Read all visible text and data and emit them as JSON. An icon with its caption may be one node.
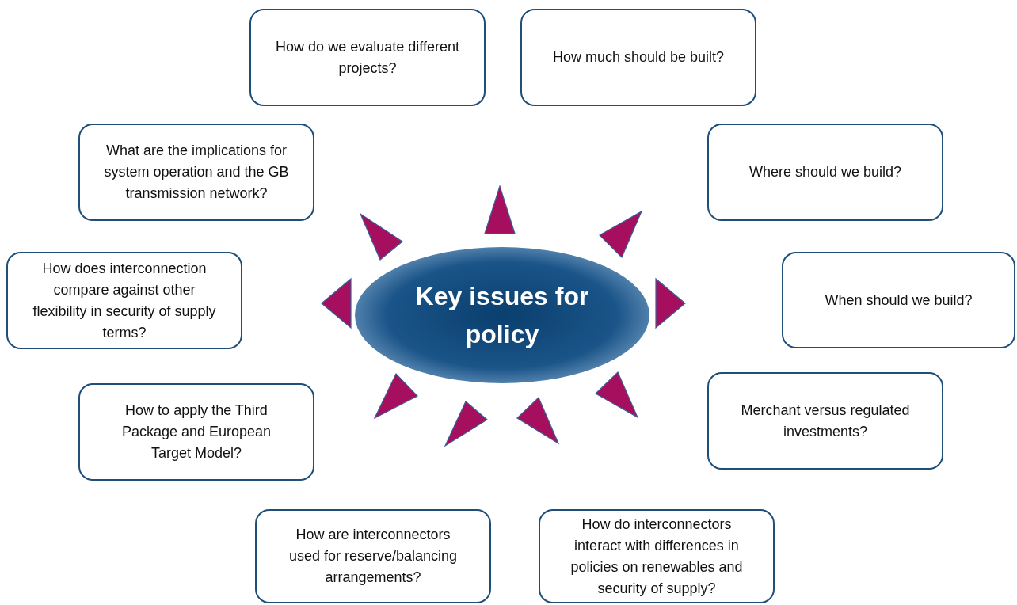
{
  "diagram": {
    "nodes": [
      {
        "text": [
          "Key issues for policy"
        ]
      },
      {
        "text": [
          "How do we evaluate different projects?"
        ]
      },
      {
        "text": [
          "How much should be built?"
        ]
      },
      {
        "text": [
          "Where should we build?"
        ]
      },
      {
        "text": [
          "When should we build?"
        ]
      },
      {
        "text": [
          "Merchant versus regulated investments?"
        ]
      },
      {
        "text": [
          "How do interconnectors interact with differences in policies on renewables and security of supply?"
        ]
      },
      {
        "text": [
          "How are interconnectors used for reserve/balancing arrangements?"
        ]
      },
      {
        "text": [
          "How to apply the Third Package and European Target Model?"
        ]
      },
      {
        "text": [
          "How does interconnection compare against other flexibility in security of supply terms?"
        ]
      },
      {
        "text": [
          "What are the implications for system operation and the GB transmission network?"
        ]
      }
    ]
  }
}
